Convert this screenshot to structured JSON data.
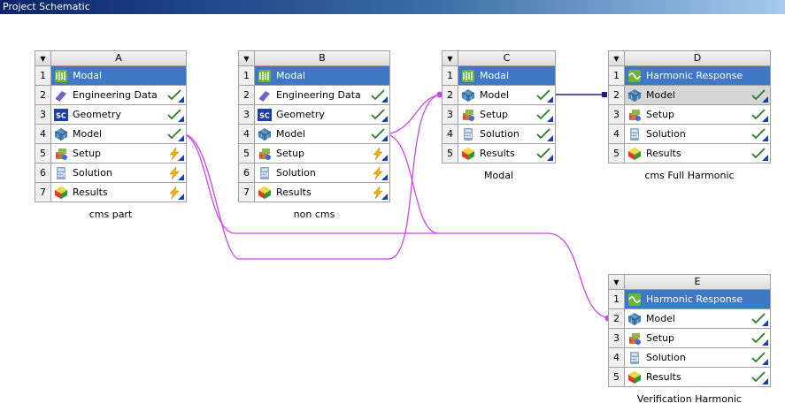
{
  "window": {
    "title": "Project Schematic"
  },
  "colors": {
    "header_blue": "#3f78c4",
    "link_magenta": "#cc44ee",
    "link_navy": "#20208a",
    "check_green": "#2c7a2c",
    "bolt_yellow": "#e8b000"
  },
  "systems": [
    {
      "letter": "A",
      "caption": "cms part",
      "rows": [
        {
          "num": "1",
          "label": "Modal",
          "icon": "modal-icon",
          "status": "none"
        },
        {
          "num": "2",
          "label": "Engineering Data",
          "icon": "engineering-data-icon",
          "status": "check"
        },
        {
          "num": "3",
          "label": "Geometry",
          "icon": "geometry-icon",
          "status": "check"
        },
        {
          "num": "4",
          "label": "Model",
          "icon": "model-icon",
          "status": "check"
        },
        {
          "num": "5",
          "label": "Setup",
          "icon": "setup-icon",
          "status": "bolt"
        },
        {
          "num": "6",
          "label": "Solution",
          "icon": "solution-icon",
          "status": "bolt"
        },
        {
          "num": "7",
          "label": "Results",
          "icon": "results-icon",
          "status": "bolt"
        }
      ]
    },
    {
      "letter": "B",
      "caption": "non cms",
      "rows": [
        {
          "num": "1",
          "label": "Modal",
          "icon": "modal-icon",
          "status": "none"
        },
        {
          "num": "2",
          "label": "Engineering Data",
          "icon": "engineering-data-icon",
          "status": "check"
        },
        {
          "num": "3",
          "label": "Geometry",
          "icon": "geometry-icon",
          "status": "check"
        },
        {
          "num": "4",
          "label": "Model",
          "icon": "model-icon",
          "status": "check"
        },
        {
          "num": "5",
          "label": "Setup",
          "icon": "setup-icon",
          "status": "bolt"
        },
        {
          "num": "6",
          "label": "Solution",
          "icon": "solution-icon",
          "status": "bolt"
        },
        {
          "num": "7",
          "label": "Results",
          "icon": "results-icon",
          "status": "bolt"
        }
      ]
    },
    {
      "letter": "C",
      "caption": "Modal",
      "rows": [
        {
          "num": "1",
          "label": "Modal",
          "icon": "modal-icon",
          "status": "none"
        },
        {
          "num": "2",
          "label": "Model",
          "icon": "model-icon",
          "status": "check"
        },
        {
          "num": "3",
          "label": "Setup",
          "icon": "setup-icon",
          "status": "check"
        },
        {
          "num": "4",
          "label": "Solution",
          "icon": "solution-icon",
          "status": "check"
        },
        {
          "num": "5",
          "label": "Results",
          "icon": "results-icon",
          "status": "check"
        }
      ]
    },
    {
      "letter": "D",
      "caption": "cms Full Harmonic",
      "rows": [
        {
          "num": "1",
          "label": "Harmonic Response",
          "icon": "harmonic-response-icon",
          "status": "none"
        },
        {
          "num": "2",
          "label": "Model",
          "icon": "model-icon",
          "status": "check",
          "selected": true
        },
        {
          "num": "3",
          "label": "Setup",
          "icon": "setup-icon",
          "status": "check"
        },
        {
          "num": "4",
          "label": "Solution",
          "icon": "solution-icon",
          "status": "check"
        },
        {
          "num": "5",
          "label": "Results",
          "icon": "results-icon",
          "status": "check"
        }
      ]
    },
    {
      "letter": "E",
      "caption": "Verification Harmonic",
      "rows": [
        {
          "num": "1",
          "label": "Harmonic Response",
          "icon": "harmonic-response-icon",
          "status": "none"
        },
        {
          "num": "2",
          "label": "Model",
          "icon": "model-icon",
          "status": "check"
        },
        {
          "num": "3",
          "label": "Setup",
          "icon": "setup-icon",
          "status": "check"
        },
        {
          "num": "4",
          "label": "Solution",
          "icon": "solution-icon",
          "status": "check"
        },
        {
          "num": "5",
          "label": "Results",
          "icon": "results-icon",
          "status": "check"
        }
      ]
    }
  ]
}
